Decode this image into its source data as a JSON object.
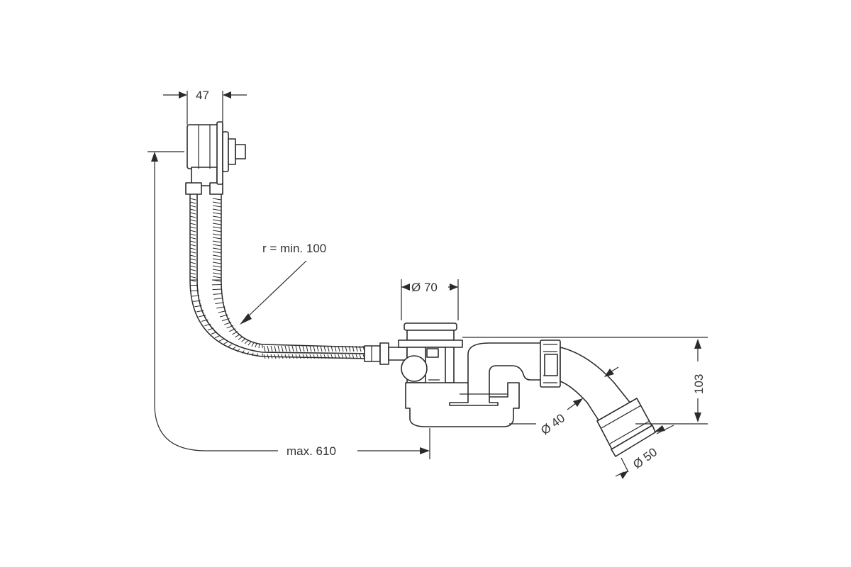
{
  "dimensions": {
    "overflow_width": "47",
    "bend_radius": "r = min. 100",
    "valve_diameter": "Ø 70",
    "height": "103",
    "pipe_inner": "Ø 40",
    "pipe_outer": "Ø 50",
    "max_length": "max. 610"
  },
  "colors": {
    "line": "#2b2b2b",
    "background": "#ffffff"
  }
}
